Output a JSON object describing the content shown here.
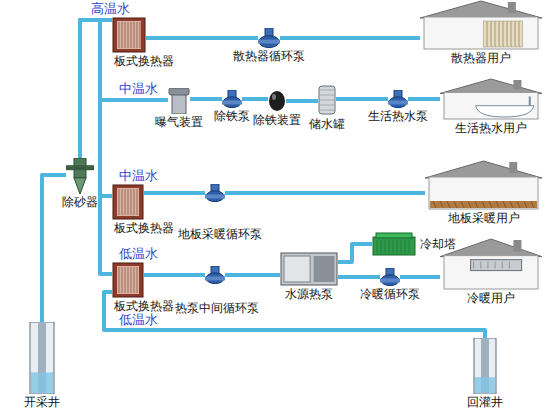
{
  "diagram": {
    "nodes": [
      {
        "text": [
          "开采井"
        ]
      },
      {
        "text": [
          "除砂器"
        ]
      },
      {
        "text": [
          "板式换热器"
        ]
      },
      {
        "text": [
          "散热器循环泵"
        ]
      },
      {
        "text": [
          "散热器用户"
        ]
      },
      {
        "text": [
          "曝气装置"
        ]
      },
      {
        "text": [
          "除铁泵"
        ]
      },
      {
        "text": [
          "除铁装置"
        ]
      },
      {
        "text": [
          "储水罐"
        ]
      },
      {
        "text": [
          "生活热水泵"
        ]
      },
      {
        "text": [
          "生活热水用户"
        ]
      },
      {
        "text": [
          "板式换热器"
        ]
      },
      {
        "text": [
          "地板采暖循环泵"
        ]
      },
      {
        "text": [
          "地板采暖用户"
        ]
      },
      {
        "text": [
          "板式换热器"
        ]
      },
      {
        "text": [
          "热泵中间循环泵"
        ]
      },
      {
        "text": [
          "水源热泵"
        ]
      },
      {
        "text": [
          "冷却塔"
        ]
      },
      {
        "text": [
          "冷暖循环泵"
        ]
      },
      {
        "text": [
          "冷暖用户"
        ]
      },
      {
        "text": [
          "回灌井"
        ]
      }
    ],
    "edges": [
      {
        "from": 0,
        "to": 1,
        "arrow": "none"
      },
      {
        "from": 1,
        "to": 2,
        "arrow": "none"
      },
      {
        "from": 1,
        "to": 5,
        "arrow": "none"
      },
      {
        "from": 1,
        "to": 11,
        "arrow": "none"
      },
      {
        "from": 1,
        "to": 14,
        "arrow": "none"
      },
      {
        "from": 2,
        "to": 3,
        "arrow": "none"
      },
      {
        "from": 3,
        "to": 4,
        "arrow": "none"
      },
      {
        "from": 5,
        "to": 6,
        "arrow": "none"
      },
      {
        "from": 6,
        "to": 7,
        "arrow": "none"
      },
      {
        "from": 7,
        "to": 8,
        "arrow": "none"
      },
      {
        "from": 8,
        "to": 9,
        "arrow": "none"
      },
      {
        "from": 9,
        "to": 10,
        "arrow": "none"
      },
      {
        "from": 11,
        "to": 12,
        "arrow": "none"
      },
      {
        "from": 12,
        "to": 13,
        "arrow": "none"
      },
      {
        "from": 14,
        "to": 15,
        "arrow": "none"
      },
      {
        "from": 15,
        "to": 16,
        "arrow": "none"
      },
      {
        "from": 16,
        "to": 17,
        "arrow": "none"
      },
      {
        "from": 16,
        "to": 18,
        "arrow": "none"
      },
      {
        "from": 18,
        "to": 19,
        "arrow": "none"
      },
      {
        "from": 14,
        "to": 20,
        "arrow": "none"
      }
    ],
    "labels": [
      "高温水",
      "中温水",
      "中温水",
      "低温水",
      "低温水"
    ]
  }
}
